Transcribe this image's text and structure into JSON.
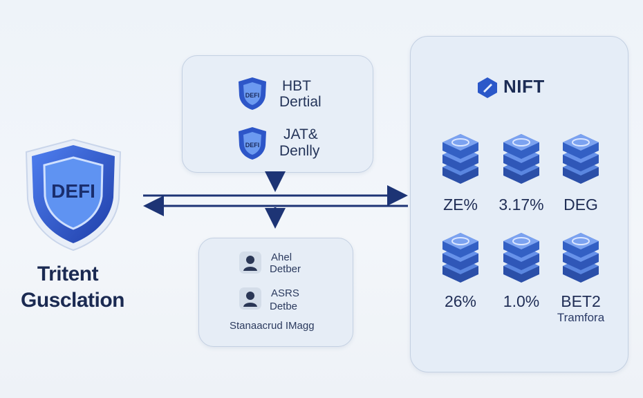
{
  "left": {
    "shield_label": "DEFI",
    "title_line1": "Tritent",
    "title_line2": "Gusclation"
  },
  "top_card": {
    "items": [
      {
        "icon": "shield-icon",
        "icon_text": "DEFI",
        "line1": "HBT",
        "line2": "Dertial"
      },
      {
        "icon": "shield-icon",
        "icon_text": "DEFI",
        "line1": "JAT&",
        "line2": "Denlly"
      }
    ]
  },
  "bottom_card": {
    "items": [
      {
        "icon": "user-icon",
        "line1": "Ahel",
        "line2": "Detber"
      },
      {
        "icon": "user-icon",
        "line1": "ASRS",
        "line2": "Detbe"
      }
    ],
    "caption": "Stanaacrud IMagg"
  },
  "right_panel": {
    "brand": "NIFT",
    "nodes": [
      {
        "icon": "database-stack-icon",
        "value": "ZE%"
      },
      {
        "icon": "database-stack-icon",
        "value": "3.17%"
      },
      {
        "icon": "database-stack-icon",
        "value": "DEG"
      },
      {
        "icon": "database-stack-icon",
        "value": "26%"
      },
      {
        "icon": "database-stack-icon",
        "value": "1.0%"
      },
      {
        "icon": "database-stack-icon",
        "value": "BET2",
        "sub": "Tramfora"
      }
    ]
  },
  "colors": {
    "shield_blue": "#2b55c9",
    "arrow_navy": "#1d3475",
    "stack_blue": "#2f58b7",
    "card_bg": "#e7eef7"
  }
}
